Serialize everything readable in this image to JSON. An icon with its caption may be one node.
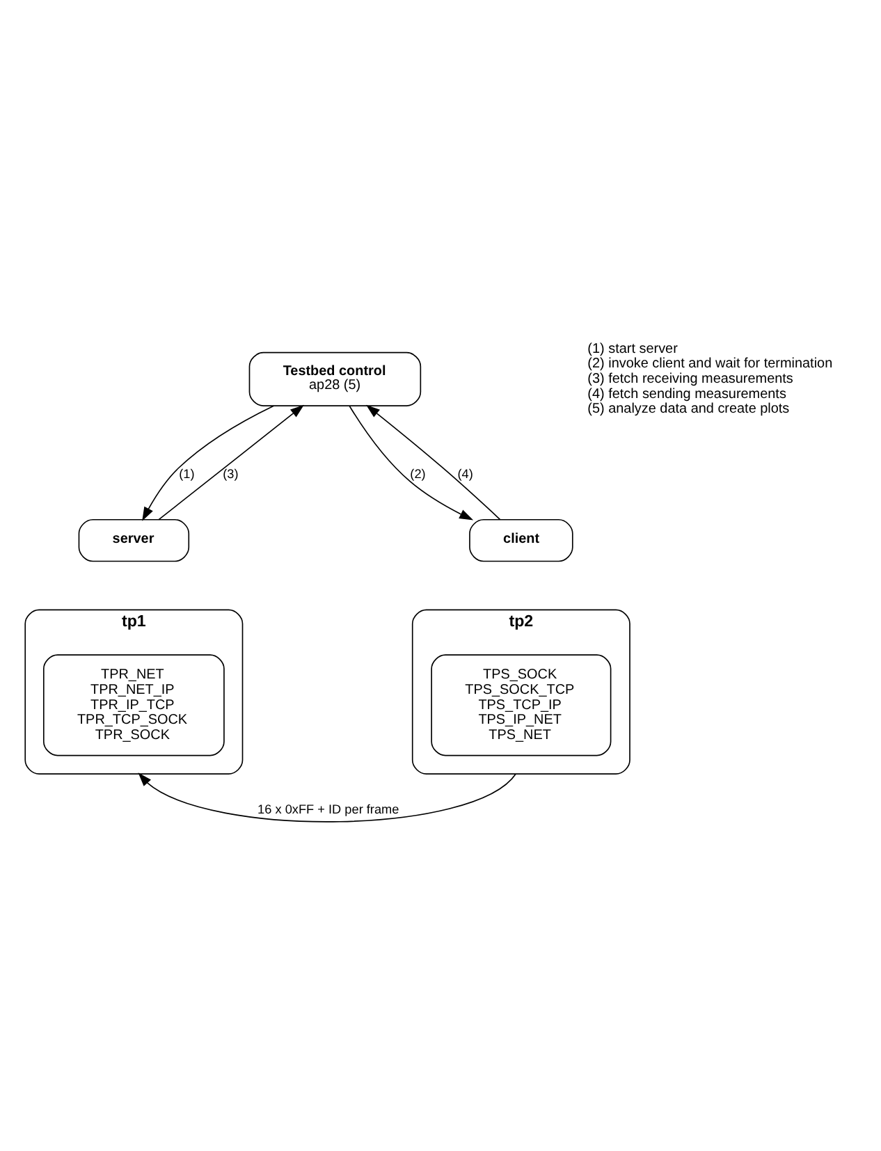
{
  "diagram": {
    "nodes": [
      {
        "text": [
          "Testbed control",
          "ap28 (5)"
        ]
      },
      {
        "text": [
          "server"
        ]
      },
      {
        "text": [
          "tp1"
        ]
      },
      {
        "text": [
          "TPR_NET",
          "TPR_NET_IP",
          "TPR_IP_TCP",
          "TPR_TCP_SOCK",
          "TPR_SOCK"
        ],
        "in": 2
      },
      {
        "text": [
          "client"
        ]
      },
      {
        "text": [
          "tp2"
        ]
      },
      {
        "text": [
          "TPS_SOCK",
          "TPS_SOCK_TCP",
          "TPS_TCP_IP",
          "TPS_IP_NET",
          "TPS_NET"
        ],
        "in": 5
      }
    ],
    "edges": [
      {
        "from": 1,
        "to": 0,
        "arrow": "to",
        "label": "(3)"
      },
      {
        "from": 0,
        "to": 1,
        "arrow": "to",
        "label": "(1)"
      },
      {
        "from": 4,
        "to": 0,
        "arrow": "to",
        "label": "(4)"
      },
      {
        "from": 0,
        "to": 4,
        "arrow": "to",
        "label": "(2)"
      },
      {
        "from": 5,
        "to": 2,
        "arrow": "to",
        "label": "16 x 0xFF + ID per frame"
      }
    ],
    "labels": [
      "(1) start server",
      "(2) invoke client and wait for termination",
      "(3) fetch receiving measurements",
      "(4) fetch sending measurements",
      "(5) analyze data and create plots"
    ]
  }
}
